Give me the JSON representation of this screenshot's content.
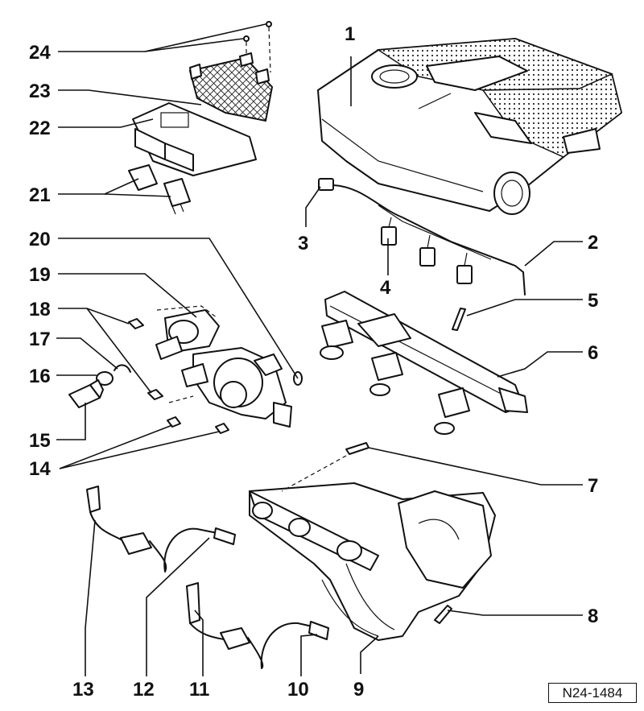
{
  "reference_code": "N24-1484",
  "callouts": [
    "1",
    "2",
    "3",
    "4",
    "5",
    "6",
    "7",
    "8",
    "9",
    "10",
    "11",
    "12",
    "13",
    "14",
    "15",
    "16",
    "17",
    "18",
    "19",
    "20",
    "21",
    "22",
    "23",
    "24"
  ]
}
